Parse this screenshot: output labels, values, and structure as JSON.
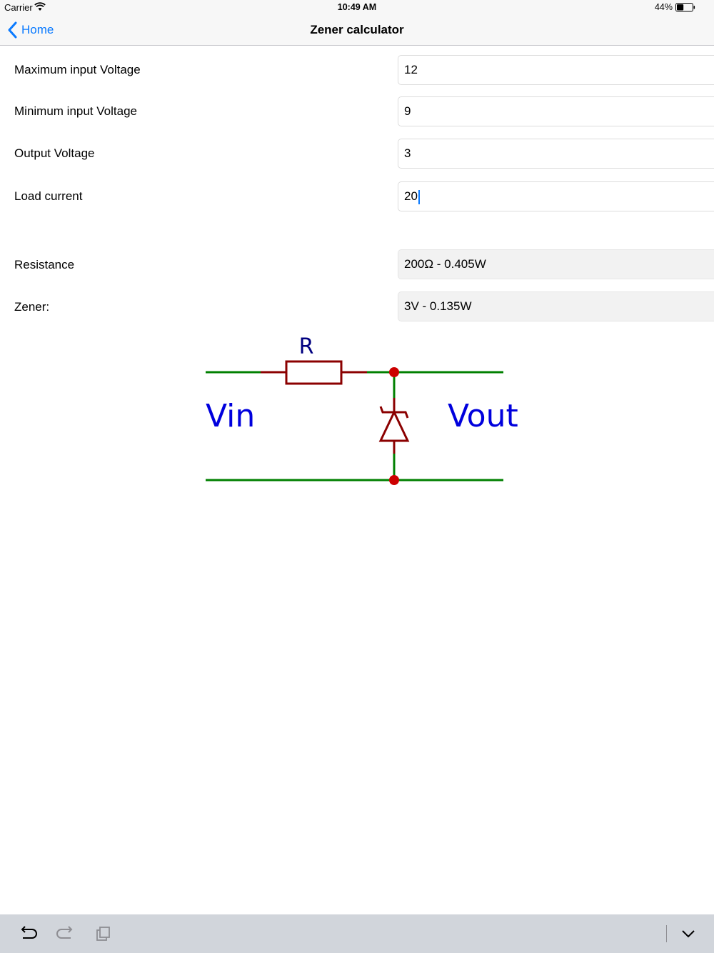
{
  "status_bar": {
    "carrier": "Carrier",
    "time": "10:49 AM",
    "battery": "44%",
    "battery_level": 0.44
  },
  "nav": {
    "back_label": "Home",
    "title": "Zener calculator"
  },
  "inputs": {
    "max_voltage": {
      "label": "Maximum input Voltage",
      "value": "12"
    },
    "min_voltage": {
      "label": "Minimum input Voltage",
      "value": "9"
    },
    "output_voltage": {
      "label": "Output Voltage",
      "value": "3"
    },
    "load_current": {
      "label": "Load current",
      "value": "20"
    }
  },
  "results": {
    "resistance": {
      "label": "Resistance",
      "value": "200Ω - 0.405W"
    },
    "zener": {
      "label": "Zener:",
      "value": "3V - 0.135W"
    }
  },
  "diagram": {
    "resistor_label": "R",
    "vin_label": "Vin",
    "vout_label": "Vout",
    "wire_color": "#008000",
    "component_color": "#8b0000",
    "node_color": "#cc0000",
    "text_color": "#0000dd"
  },
  "keyboard_toolbar": {
    "icons": [
      "undo-icon",
      "redo-icon",
      "paste-icon",
      "dismiss-keyboard-icon"
    ]
  }
}
